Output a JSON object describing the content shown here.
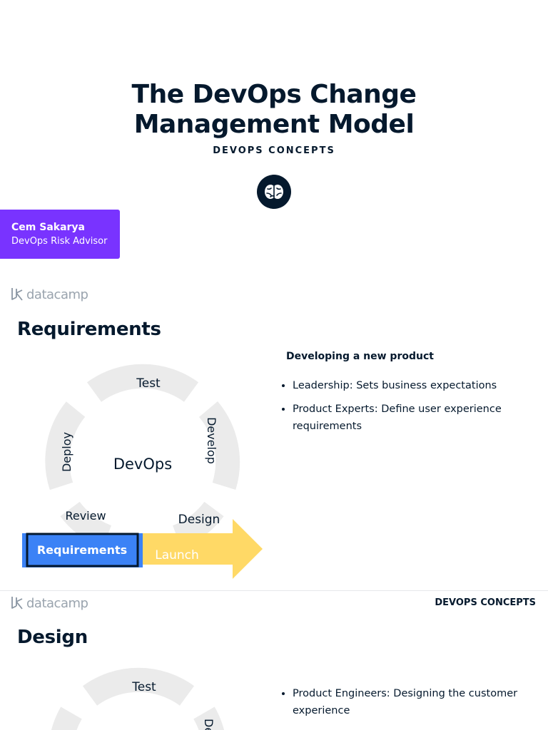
{
  "title_slide": {
    "title_line1": "The DevOps Change",
    "title_line2": "Management Model",
    "subtitle": "DEVOPS CONCEPTS",
    "badge_icon": "brain-icon",
    "author_name": "Cem Sakarya",
    "author_role": "DevOps Risk Advisor"
  },
  "brand": {
    "logo_text": "datacamp",
    "accent_purple": "#7933ff",
    "navy": "#05192d",
    "blue": "#3b82f6",
    "yellow": "#ffd966",
    "ring_gray": "#ebebeb"
  },
  "slide_requirements": {
    "heading": "Requirements",
    "diagram": {
      "center": "DevOps",
      "stages": {
        "test": "Test",
        "develop": "Develop",
        "deploy": "Deploy",
        "review": "Review",
        "design": "Design",
        "launch": "Launch"
      },
      "active_stage": "Requirements"
    },
    "panel_heading": "Developing a new product",
    "bullets": [
      "Leadership: Sets business expectations",
      "Product Experts: Define user experience requirements"
    ]
  },
  "slide_design": {
    "kicker": "DEVOPS CONCEPTS",
    "heading": "Design",
    "diagram": {
      "test": "Test",
      "develop_partial": "De"
    },
    "bullets": [
      "Product Engineers: Designing the customer experience"
    ]
  }
}
